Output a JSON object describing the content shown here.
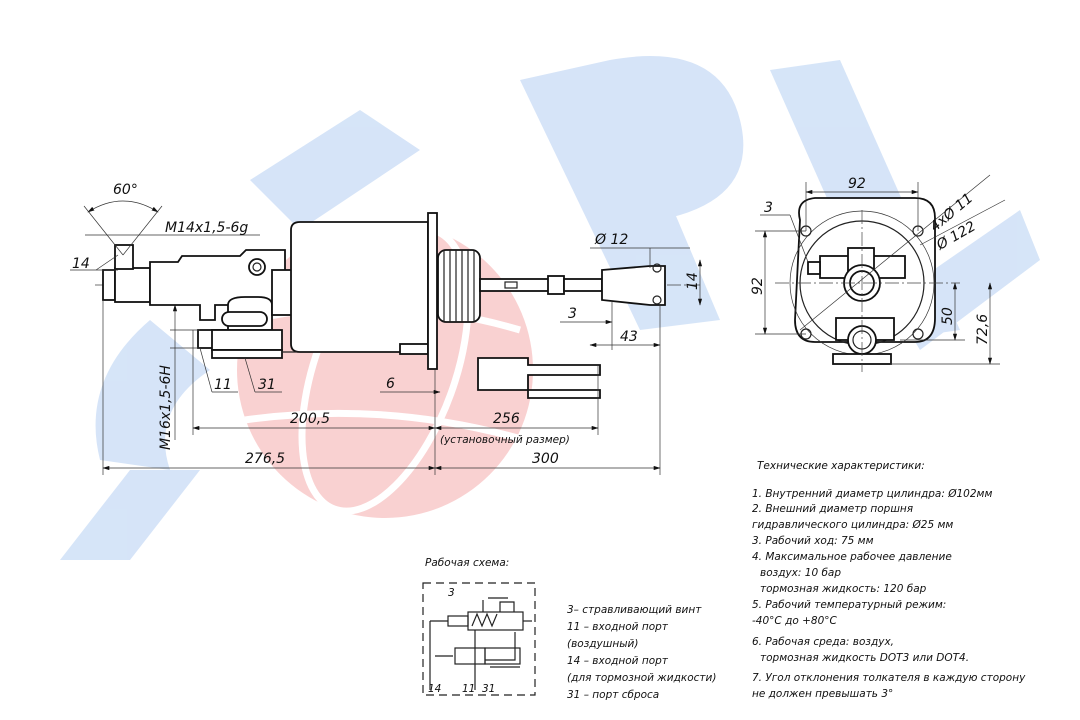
{
  "watermark": {
    "text": "SORL",
    "colors": {
      "blue": "#cfe0f7",
      "red": "#f9c9c9"
    }
  },
  "side_view": {
    "angle": "60°",
    "thread_top": "M14x1,5-6g",
    "thread_bottom": "M16x1,5-6H",
    "ports": [
      "14",
      "11",
      "31"
    ],
    "dims": {
      "d6": "6",
      "d200_5": "200,5",
      "d256": "256",
      "d256_note": "(установочный размер)",
      "d276_5": "276,5",
      "d300": "300",
      "d3": "3",
      "d43": "43",
      "d12": "Ø 12",
      "d14": "14"
    }
  },
  "front_view": {
    "label_3": "3",
    "width": "92",
    "height": "92",
    "holes": "4xØ 11",
    "pcd": "Ø 122",
    "d50": "50",
    "d72_6": "72,6"
  },
  "scheme": {
    "title": "Рабочая схема:",
    "labels": {
      "p3": "3",
      "p14": "14",
      "p11": "11",
      "p31": "31"
    },
    "legend": [
      "3– стравливающий винт",
      "11 – входной порт",
      "(воздушный)",
      "14 – входной порт",
      "(для тормозной жидкости)",
      "31 – порт сброса"
    ]
  },
  "specs": {
    "title": "Технические характеристики:",
    "lines": [
      "1. Внутренний диаметр цилиндра: Ø102мм",
      "2. Внешний диаметр поршня",
      "гидравлического цилиндра: Ø25 мм",
      "3. Рабочий ход: 75 мм",
      "4. Максимальное рабочее давление",
      "   воздух: 10 бар",
      "   тормозная жидкость: 120 бар",
      "5. Рабочий температурный режим:",
      "-40°С до +80°С",
      "6. Рабочая среда: воздух,",
      "   тормозная жидкость DOT3 или DOT4.",
      "7. Угол отклонения толкателя в каждую сторону",
      " не должен превышать 3°"
    ]
  }
}
